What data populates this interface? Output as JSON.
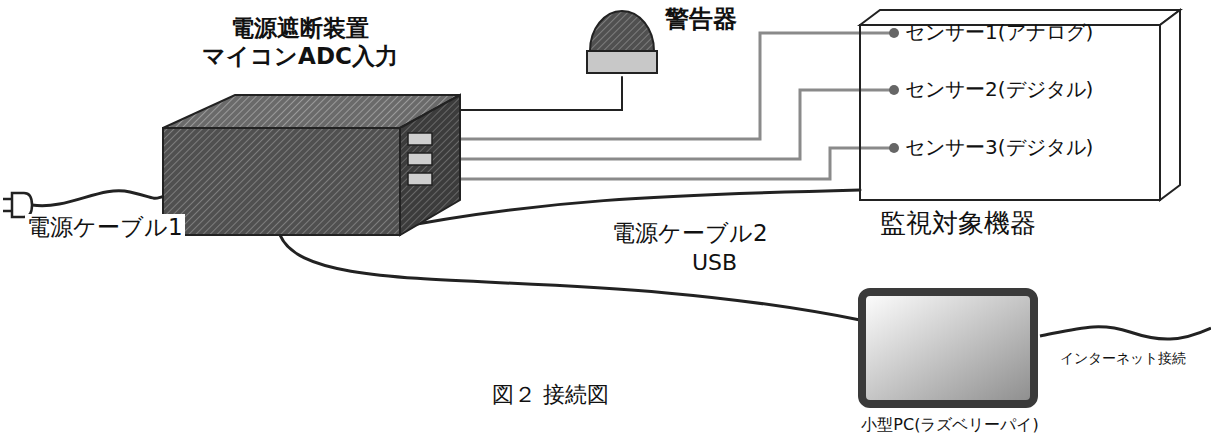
{
  "diagram": {
    "caption": "図２ 接続図",
    "nodes": [
      {
        "text": [
          "電源遮断装置 マイコンADC入力"
        ]
      },
      {
        "text": [
          "警告器"
        ]
      },
      {
        "text": [
          "監視対象機器"
        ]
      },
      {
        "text": [
          "センサー1(アナログ)"
        ],
        "in": 2
      },
      {
        "text": [
          "センサー2(デジタル)"
        ],
        "in": 2
      },
      {
        "text": [
          "センサー3(デジタル)"
        ],
        "in": 2
      },
      {
        "text": [
          "小型PC(ラズベリーパイ)"
        ]
      }
    ],
    "edges": [
      {
        "from": 0,
        "to": 1,
        "arrow": "none"
      },
      {
        "from": 0,
        "to": 3,
        "arrow": "none"
      },
      {
        "from": 0,
        "to": 4,
        "arrow": "none"
      },
      {
        "from": 0,
        "to": 5,
        "arrow": "none"
      },
      {
        "from": 0,
        "to": 2,
        "label": "電源ケーブル2",
        "arrow": "none"
      },
      {
        "from": 0,
        "to": 6,
        "label": "USB",
        "arrow": "none"
      }
    ],
    "labels": [
      "電源ケーブル1",
      "インターネット接続"
    ]
  }
}
